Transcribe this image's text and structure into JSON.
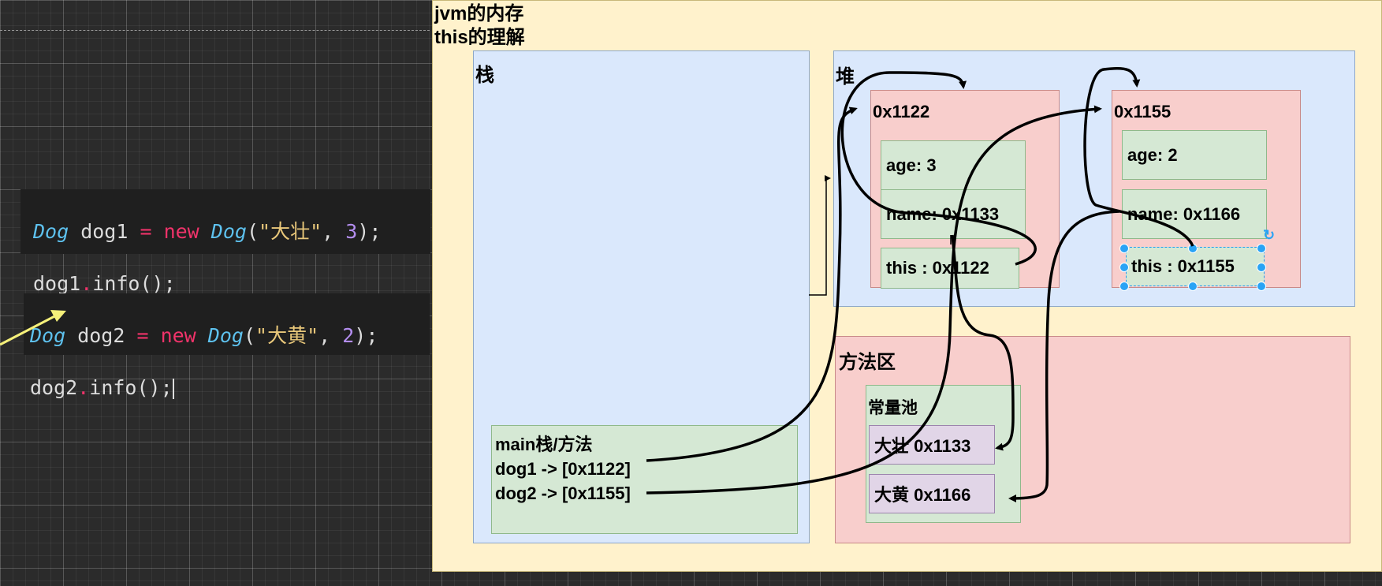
{
  "canvas": {
    "title_line1": "jvm的内存",
    "title_line2": "this的理解"
  },
  "code": {
    "snippet1": {
      "line1": {
        "type": "Dog",
        "var": " dog1 ",
        "eq": "=",
        "kw": " new ",
        "type2": "Dog",
        "open": "(",
        "str": "\"大壮\"",
        "comma": ", ",
        "num": "3",
        "close": ");"
      },
      "line2": {
        "obj": "dog1",
        "dot": ".",
        "call": "info();"
      }
    },
    "snippet2": {
      "line1": {
        "type": "Dog",
        "var": " dog2 ",
        "eq": "=",
        "kw": " new ",
        "type2": "Dog",
        "open": "(",
        "str": "\"大黄\"",
        "comma": ", ",
        "num": "2",
        "close": ");"
      },
      "line2": {
        "obj": "dog2",
        "dot": ".",
        "call": "info();"
      }
    }
  },
  "stack": {
    "label": "栈",
    "main_frame": {
      "line1": "main栈/方法",
      "line2": "dog1 -> [0x1122]",
      "line3": "dog2 -> [0x1155]"
    }
  },
  "heap": {
    "label": "堆",
    "objects": [
      {
        "address": "0x1122",
        "age": "age: 3",
        "name": "name: 0x1133",
        "this": "this : 0x1122"
      },
      {
        "address": "0x1155",
        "age": "age: 2",
        "name": "name: 0x1166",
        "this": "this : 0x1155"
      }
    ]
  },
  "method_area": {
    "label": "方法区",
    "constant_pool": {
      "label": "常量池",
      "entries": [
        "大壮 0x1133",
        "大黄 0x1166"
      ]
    }
  },
  "colors": {
    "frame_bg": "#fff2cc",
    "stack_bg": "#dae8fc",
    "object_bg": "#f8cecc",
    "field_bg": "#d5e8d4",
    "pool_entry_bg": "#e1d5e7",
    "selection": "#1e9bf0"
  }
}
